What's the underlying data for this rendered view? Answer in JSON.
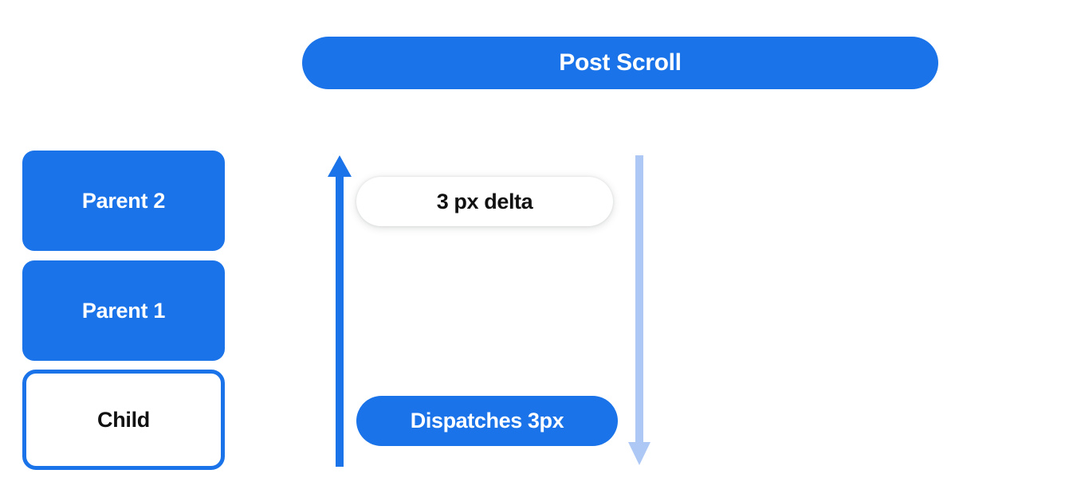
{
  "diagram": {
    "title": "Post Scroll",
    "colors": {
      "primary_blue": "#1a73e8",
      "light_blue": "#aec8f5",
      "white": "#ffffff",
      "text_dark": "#111111"
    },
    "stack": [
      {
        "label": "Parent 2",
        "style": "filled"
      },
      {
        "label": "Parent 1",
        "style": "filled"
      },
      {
        "label": "Child",
        "style": "outlined"
      }
    ],
    "arrows": [
      {
        "name": "scroll-up-arrow",
        "direction": "up",
        "color": "#1a73e8"
      },
      {
        "name": "scroll-down-arrow",
        "direction": "down",
        "color": "#aec8f5"
      }
    ],
    "callouts": [
      {
        "label": "3 px delta",
        "style": "white-shadow"
      },
      {
        "label": "Dispatches 3px",
        "style": "filled-blue"
      }
    ]
  }
}
